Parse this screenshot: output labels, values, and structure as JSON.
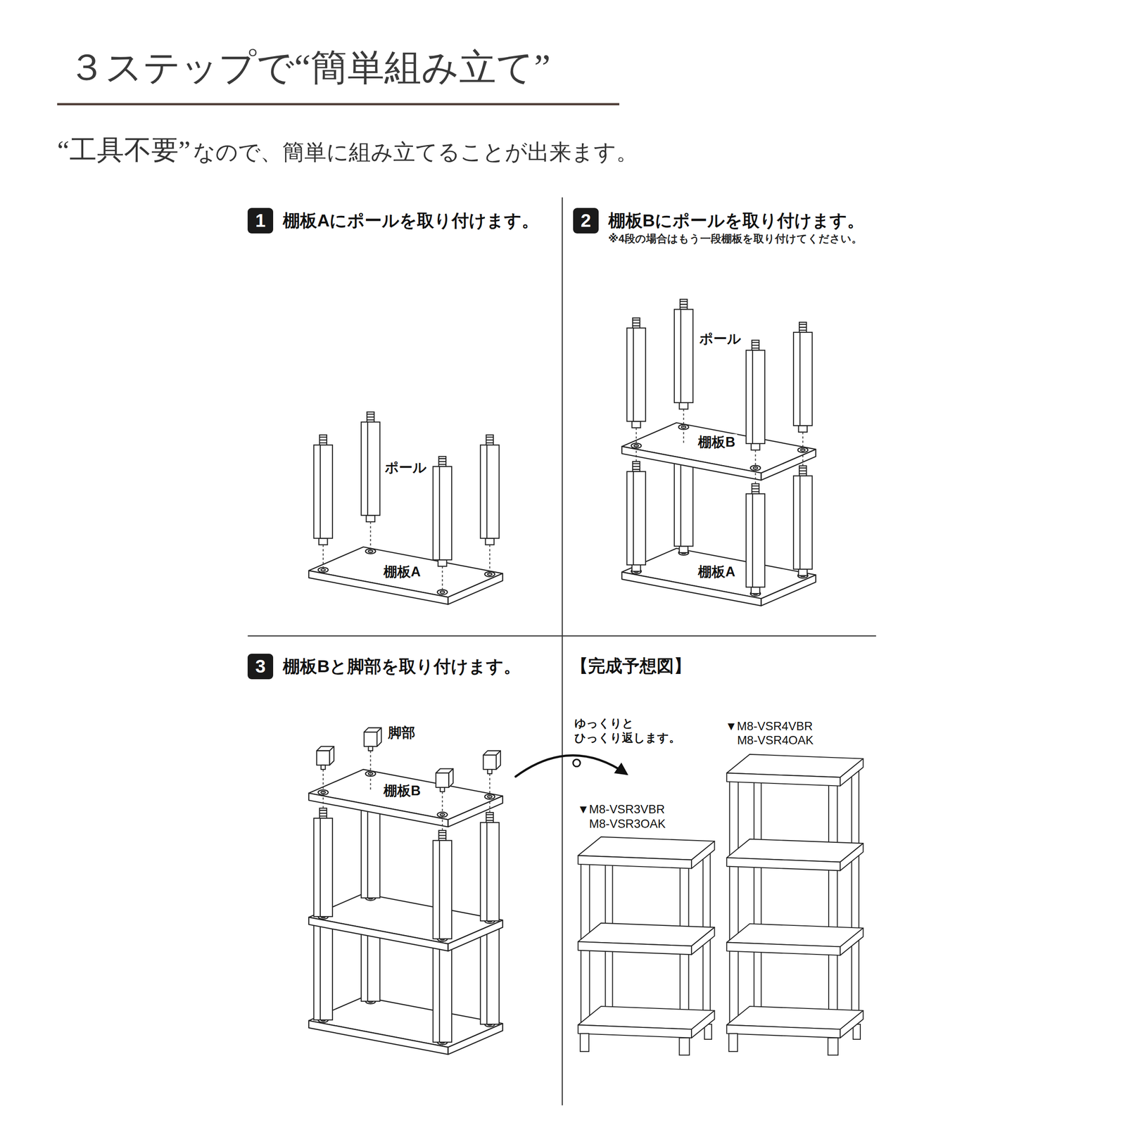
{
  "diagram": {
    "title": "３ステップで“簡単組み立て”",
    "nodes": [
      {
        "text": [
          "1",
          "棚板Aにポールを取り付けます。"
        ]
      },
      {
        "text": [
          "2",
          "棚板Bにポールを取り付けます。",
          "※4段の場合はもう一段棚板を取り付けてください。"
        ]
      },
      {
        "text": [
          "3",
          "棚板Bと脚部を取り付けます。"
        ]
      }
    ],
    "labels": [
      "“工具不要”",
      "なので、簡単に組み立てることが出来ます。",
      "ポール",
      "棚板A",
      "ポール",
      "棚板B",
      "棚板A",
      "脚部",
      "棚板B",
      "【完成予想図】",
      "ゆっくりと ひっくり返します。",
      "▼M8-VSR4VBR M8-VSR4OAK",
      "▼M8-VSR3VBR M8-VSR3OAK"
    ]
  }
}
